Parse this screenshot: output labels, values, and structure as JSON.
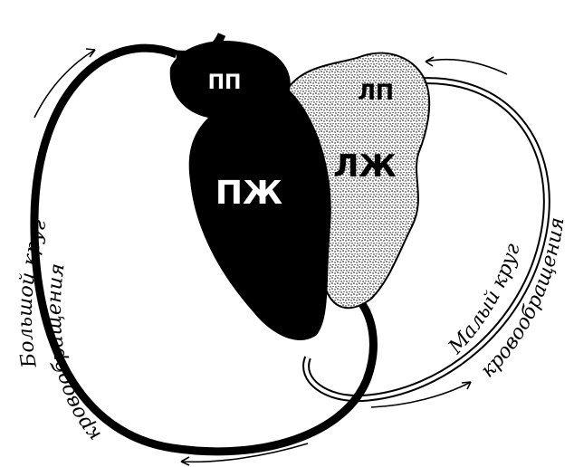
{
  "labels": {
    "right_atrium": "ПП",
    "right_ventricle": "ПЖ",
    "left_atrium": "ЛП",
    "left_ventricle": "ЛЖ"
  },
  "circles": {
    "systemic_line1": "Большой круг",
    "systemic_line2": "кровообращения",
    "pulmonary_line1": "Малый круг",
    "pulmonary_line2": "кровообращения"
  },
  "colors": {
    "ink": "#000000",
    "paper": "#ffffff"
  }
}
